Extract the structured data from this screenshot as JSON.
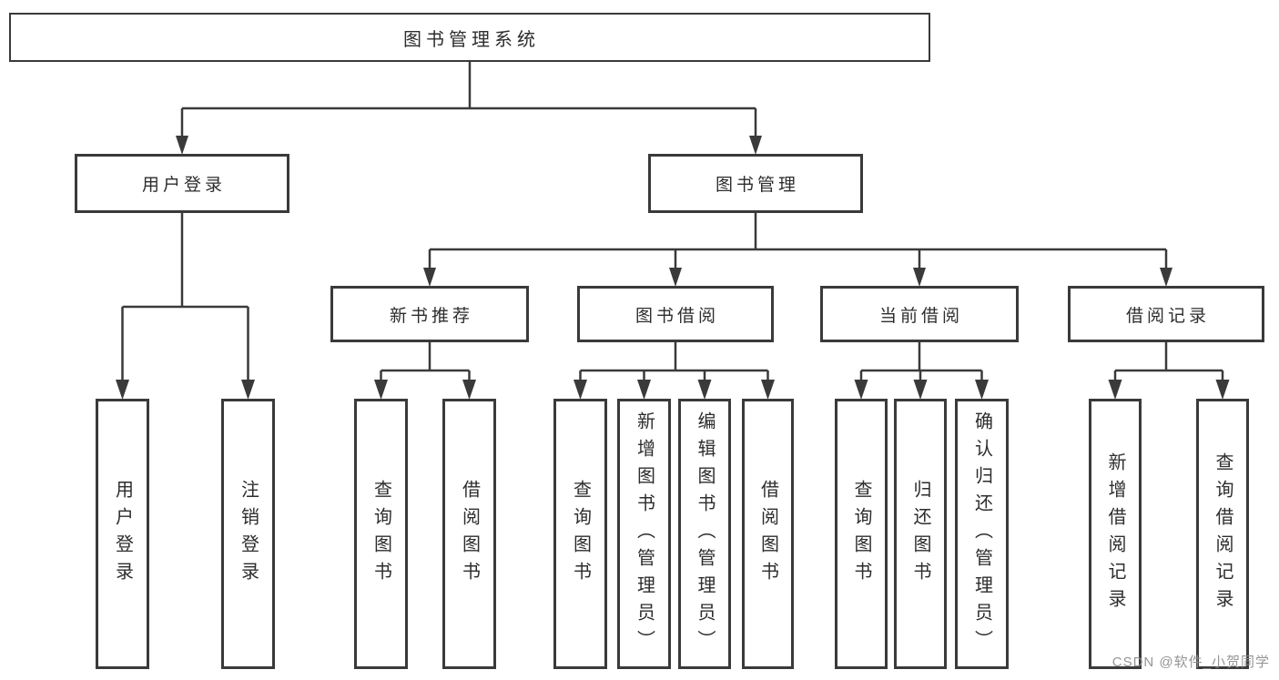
{
  "diagram_title": "图书管理系统",
  "watermark": "CSDN @软件_小贺同学",
  "colors": {
    "line": "#3a3a3a",
    "box_border": "#3a3a3a",
    "text": "#2d2d2d",
    "background": "#ffffff",
    "watermark": "#8c8c8c"
  },
  "nodes": {
    "root": "图书管理系统",
    "user_login": "用户登录",
    "book_management": "图书管理",
    "new_book_recommend": "新书推荐",
    "book_borrow": "图书借阅",
    "current_borrow": "当前借阅",
    "borrow_record": "借阅记录",
    "leaf_user_login": "用户登录",
    "leaf_logout": "注销登录",
    "leaf_nb_query_book": "查询图书",
    "leaf_nb_borrow_book": "借阅图书",
    "leaf_bb_query_book": "查询图书",
    "leaf_bb_add_book": "新增图书（管理员）",
    "leaf_bb_edit_book": "编辑图书（管理员）",
    "leaf_bb_borrow_book": "借阅图书",
    "leaf_cb_query_book": "查询图书",
    "leaf_cb_return_book": "归还图书",
    "leaf_cb_confirm_return": "确认归还（管理员）",
    "leaf_br_add_record": "新增借阅记录",
    "leaf_br_query_record": "查询借阅记录"
  },
  "hierarchy": {
    "图书管理系统": {
      "用户登录": [
        "用户登录",
        "注销登录"
      ],
      "图书管理": {
        "新书推荐": [
          "查询图书",
          "借阅图书"
        ],
        "图书借阅": [
          "查询图书",
          "新增图书（管理员）",
          "编辑图书（管理员）",
          "借阅图书"
        ],
        "当前借阅": [
          "查询图书",
          "归还图书",
          "确认归还（管理员）"
        ],
        "借阅记录": [
          "新增借阅记录",
          "查询借阅记录"
        ]
      }
    }
  }
}
